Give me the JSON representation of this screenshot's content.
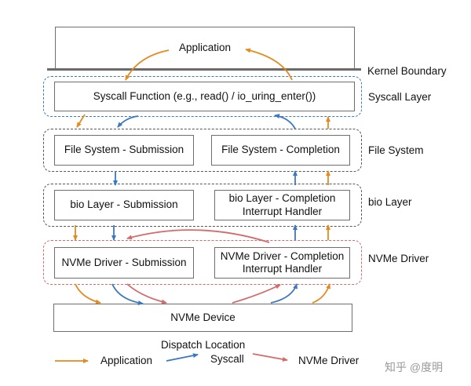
{
  "application": "Application",
  "kernel_boundary": "Kernel Boundary",
  "syscall_layer": {
    "label": "Syscall Layer",
    "box": "Syscall Function (e.g., read() / io_uring_enter())"
  },
  "file_system": {
    "label": "File System",
    "submission": "File System - Submission",
    "completion": "File System - Completion"
  },
  "bio_layer": {
    "label": "bio Layer",
    "submission": "bio Layer - Submission",
    "completion_line1": "bio Layer - Completion",
    "completion_line2": "Interrupt Handler"
  },
  "nvme_driver": {
    "label": "NVMe Driver",
    "submission": "NVMe Driver - Submission",
    "completion_line1": "NVMe Driver - Completion",
    "completion_line2": "Interrupt Handler"
  },
  "nvme_device": "NVMe Device",
  "legend": {
    "title": "Dispatch Location",
    "items": [
      {
        "label": "Application",
        "color": "#e48a1e"
      },
      {
        "label": "Syscall",
        "color": "#3a78c2"
      },
      {
        "label": "NVMe Driver",
        "color": "#d46a6a"
      }
    ]
  },
  "watermark": "知乎 @度明",
  "colors": {
    "application": "#e48a1e",
    "syscall": "#3a78c2",
    "nvme_driver": "#d46a6a"
  }
}
